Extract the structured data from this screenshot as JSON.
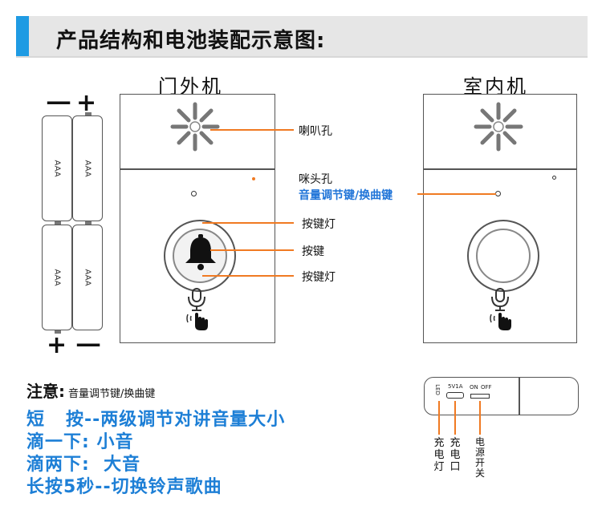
{
  "header": {
    "title": "产品结构和电池装配示意图:",
    "accent_color": "#1f9be3"
  },
  "outdoor_unit": {
    "title": "门外机"
  },
  "indoor_unit": {
    "title": "室内机"
  },
  "battery": {
    "label": "AAA",
    "minus": "一",
    "plus": "+"
  },
  "callouts": {
    "speaker": "喇叭孔",
    "mic": "咪头孔",
    "volume_key": "音量调节键/换曲键",
    "key_light_top": "按键灯",
    "key": "按键",
    "key_light_bottom": "按键灯"
  },
  "note": {
    "title": "注意:",
    "subtitle": "音量调节键/换曲键",
    "lines": [
      "短   按--两级调节对讲音量大小",
      "滴一下: 小音",
      "滴两下:  大音",
      "长按5秒--切换铃声歌曲"
    ]
  },
  "side_panel": {
    "led": "LED",
    "port": "5V1A",
    "on": "ON",
    "off": "OFF",
    "label_charge_light": "充电灯",
    "label_charge_port": "充电口",
    "label_power_switch": "电源开关"
  },
  "colors": {
    "callout_line": "#f07a22",
    "note_blue": "#1d7fd6",
    "key_blue": "#1f74d8"
  }
}
